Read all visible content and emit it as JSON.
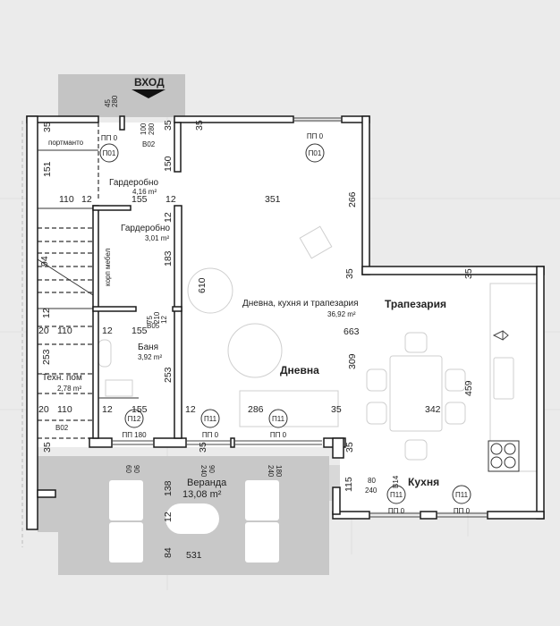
{
  "plan": {
    "entrance_label": "ВХОД",
    "rooms": [
      {
        "name": "портманто"
      },
      {
        "name": "Гардеробно",
        "area": "4,16 m²"
      },
      {
        "name": "Гардеробно",
        "area": "3,01 m²"
      },
      {
        "name": "корп мебел"
      },
      {
        "name": "Дневна, кухня и трапезария",
        "area": "36,92 m²"
      },
      {
        "name": "Трапезария"
      },
      {
        "name": "Дневна"
      },
      {
        "name": "Баня",
        "area": "3,92 m²"
      },
      {
        "name": "Техн. пом",
        "area": "2,78 m²"
      },
      {
        "name": "Веранда",
        "area": "13,08 m²"
      },
      {
        "name": "Кухня"
      }
    ],
    "door_tags": [
      "П01",
      "П01",
      "П12",
      "П11",
      "П11",
      "П11",
      "П11"
    ],
    "door_levels": [
      "ПП 0",
      "ПП 0",
      "ПП 180",
      "ПП 0",
      "ПП 0",
      "ПП 0",
      "ПП 0"
    ],
    "opening_tags": [
      "В02",
      "В05",
      "В02",
      "В14"
    ],
    "dims": [
      "45",
      "280",
      "35",
      "35",
      "35",
      "151",
      "110",
      "12",
      "155",
      "12",
      "351",
      "150",
      "100",
      "280",
      "266",
      "12",
      "183",
      "94",
      "610",
      "35",
      "35",
      "663",
      "309",
      "459",
      "342",
      "35",
      "286",
      "12",
      "12",
      "155",
      "20",
      "110",
      "253",
      "12",
      "155",
      "20",
      "110",
      "253",
      "12",
      "75",
      "210",
      "12",
      "35",
      "35",
      "35",
      "35",
      "60",
      "90",
      "240",
      "90",
      "240",
      "180",
      "138",
      "12",
      "84",
      "531",
      "115",
      "80",
      "240"
    ],
    "colors": {
      "background": "#ebebeb",
      "veranda": "#c8c8c8",
      "entrance": "#c4c4c4",
      "walls": "#1a1a1a"
    }
  }
}
